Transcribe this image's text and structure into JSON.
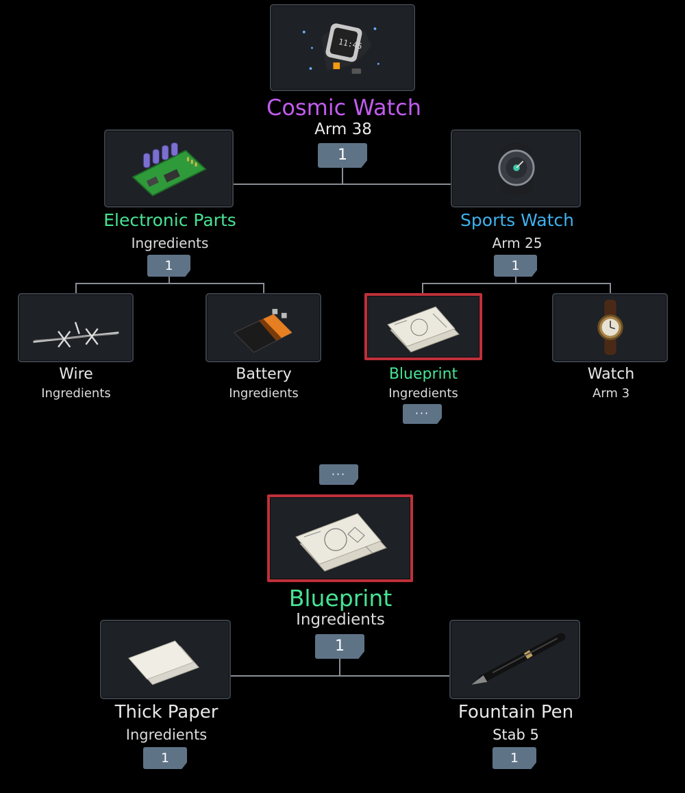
{
  "top": {
    "name": "Cosmic Watch",
    "sub": "Arm 38",
    "count": "1",
    "name_color": "#c35cf0"
  },
  "left": {
    "name": "Electronic Parts",
    "sub": "Ingredients",
    "count": "1",
    "name_color": "#48e394",
    "children": [
      {
        "name": "Wire",
        "sub": "Ingredients"
      },
      {
        "name": "Battery",
        "sub": "Ingredients"
      }
    ]
  },
  "right": {
    "name": "Sports Watch",
    "sub": "Arm 25",
    "count": "1",
    "name_color": "#3fb2ee",
    "children": [
      {
        "name": "Blueprint",
        "sub": "Ingredients",
        "more": "···",
        "name_color": "#48e394",
        "selected": true
      },
      {
        "name": "Watch",
        "sub": "Arm 3"
      }
    ]
  },
  "divider": {
    "more": "···"
  },
  "detail": {
    "name": "Blueprint",
    "sub": "Ingredients",
    "count": "1",
    "name_color": "#48e394",
    "children": [
      {
        "name": "Thick Paper",
        "sub": "Ingredients",
        "count": "1"
      },
      {
        "name": "Fountain Pen",
        "sub": "Stab 5",
        "count": "1"
      }
    ]
  },
  "icons": {
    "cosmic_watch": "smartwatch-icon",
    "electronic_parts": "circuit-board-icon",
    "sports_watch": "sports-watch-icon",
    "wire": "barbed-wire-icon",
    "battery": "battery-icon",
    "blueprint": "blueprint-icon",
    "watch": "wristwatch-icon",
    "thick_paper": "paper-icon",
    "fountain_pen": "fountain-pen-icon"
  },
  "colors": {
    "selection_border": "#c0303a",
    "badge": "#5f7387",
    "connector": "#8a8f96"
  }
}
